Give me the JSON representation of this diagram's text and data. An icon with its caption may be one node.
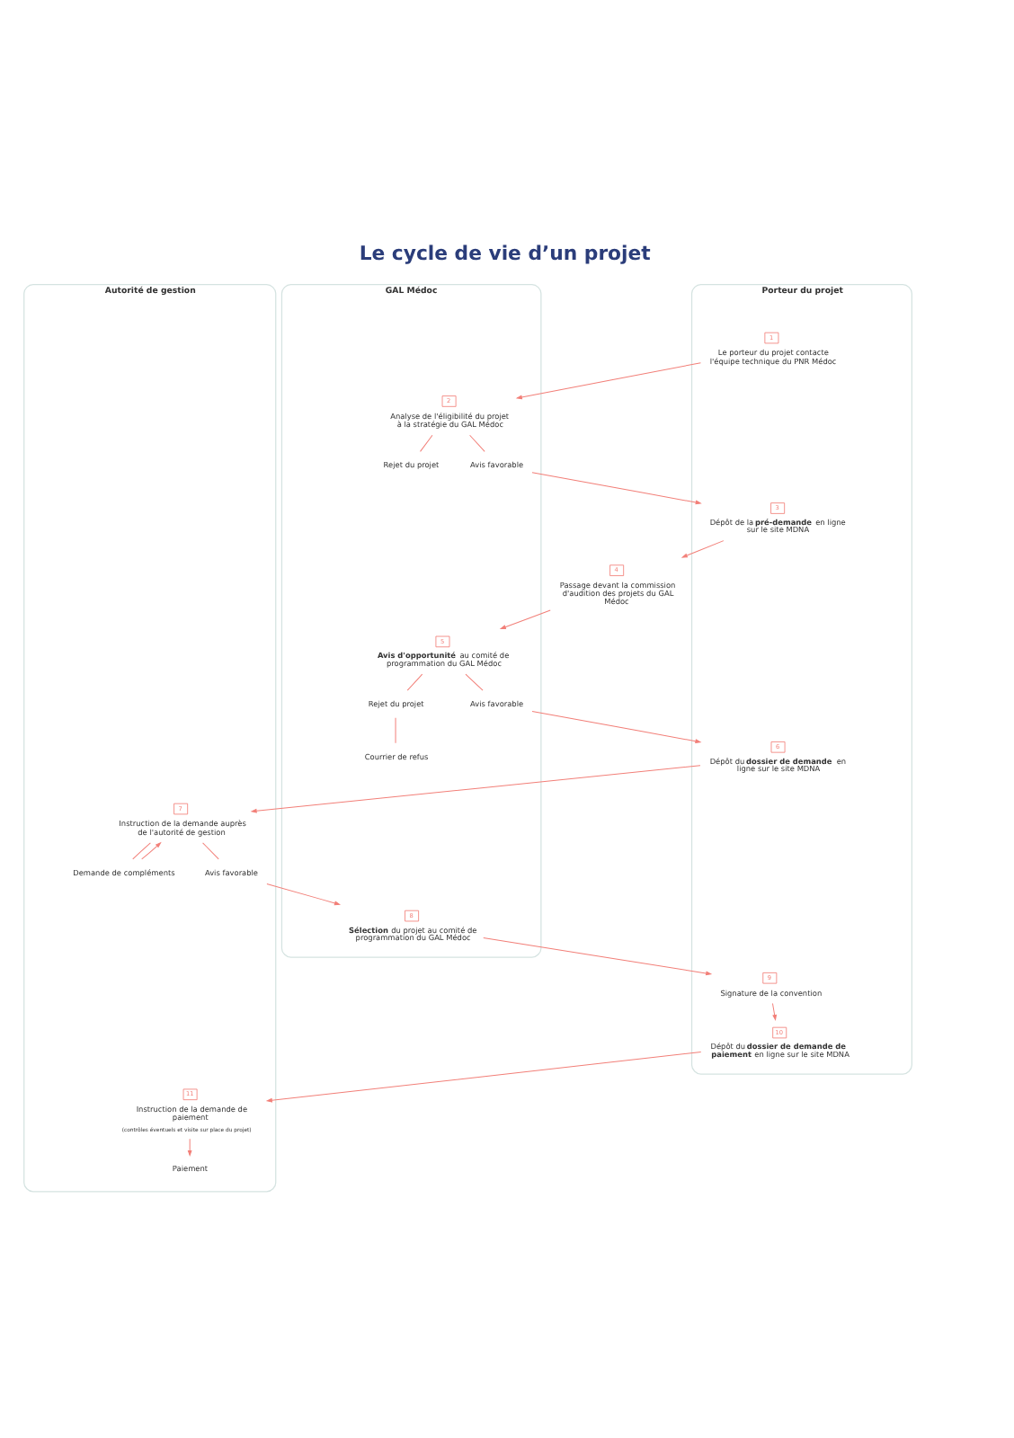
{
  "diagram": {
    "title": "Le cycle de vie d’un projet",
    "nodes": [
      {
        "text": [
          "GAL Médoc"
        ]
      },
      {
        "text": [
          "Porteur du projet"
        ]
      },
      {
        "text": [
          "Autorité de gestion"
        ]
      },
      {
        "text": [
          "1",
          "Le porteur du projet contacte l'équipe technique du PNR Médoc"
        ],
        "in": 1
      },
      {
        "text": [
          "2",
          "Analyse de l'éligibilité du projet à la stratégie du GAL Médoc"
        ],
        "in": 0
      },
      {
        "text": [
          "Rejet du projet"
        ],
        "in": 0
      },
      {
        "text": [
          "Avis favorable"
        ],
        "in": 0
      },
      {
        "text": [
          "3",
          "Dépôt de la **pré-demande** en ligne sur le site MDNA"
        ],
        "in": 1
      },
      {
        "text": [
          "4",
          "Passage devant la commission d'audition des projets du GAL Médoc"
        ]
      },
      {
        "text": [
          "5",
          "**Avis d'opportunité** au comité de programmation du GAL Médoc"
        ],
        "in": 0
      },
      {
        "text": [
          "Rejet du projet"
        ],
        "in": 0
      },
      {
        "text": [
          "Avis favorable"
        ],
        "in": 0
      },
      {
        "text": [
          "Courrier de refus"
        ],
        "in": 0
      },
      {
        "text": [
          "6",
          "Dépôt du **dossier de demande** en ligne sur le site MDNA"
        ],
        "in": 1
      },
      {
        "text": [
          "7",
          "Instruction de la demande auprès de l'autorité de gestion"
        ],
        "in": 2
      },
      {
        "text": [
          "Avis favorable"
        ],
        "in": 2
      },
      {
        "text": [
          "Demande de compléments"
        ],
        "in": 2
      },
      {
        "text": [
          "8",
          "**Sélection** du projet au comité de programmation du GAL Médoc"
        ],
        "in": 0
      },
      {
        "text": [
          "9",
          "Signature de la convention"
        ],
        "in": 1
      },
      {
        "text": [
          "10",
          "Dépôt du **dossier de demande de paiement** en ligne sur le site MDNA"
        ],
        "in": 1
      },
      {
        "text": [
          "11",
          "Instruction de la demande de paiement",
          "(contrôles éventuels et visite sur place du projet)"
        ],
        "in": 2
      },
      {
        "text": [
          "Paiement"
        ],
        "in": 2
      }
    ],
    "edges": [
      {
        "from": 3,
        "to": 4,
        "arrow": "to"
      },
      {
        "from": 4,
        "to": 5,
        "arrow": "none"
      },
      {
        "from": 4,
        "to": 6,
        "arrow": "none"
      },
      {
        "from": 6,
        "to": 7,
        "arrow": "to"
      },
      {
        "from": 7,
        "to": 8,
        "arrow": "to"
      },
      {
        "from": 8,
        "to": 9,
        "arrow": "to"
      },
      {
        "from": 9,
        "to": 10,
        "arrow": "none"
      },
      {
        "from": 9,
        "to": 11,
        "arrow": "none"
      },
      {
        "from": 10,
        "to": 12,
        "arrow": "none"
      },
      {
        "from": 11,
        "to": 13,
        "arrow": "to"
      },
      {
        "from": 13,
        "to": 14,
        "arrow": "to"
      },
      {
        "from": 14,
        "to": 15,
        "arrow": "none"
      },
      {
        "from": 14,
        "to": 16,
        "arrow": "none"
      },
      {
        "from": 16,
        "to": 14,
        "arrow": "to"
      },
      {
        "from": 15,
        "to": 17,
        "arrow": "to"
      },
      {
        "from": 17,
        "to": 18,
        "arrow": "to"
      },
      {
        "from": 18,
        "to": 19,
        "arrow": "to"
      },
      {
        "from": 19,
        "to": 20,
        "arrow": "to"
      },
      {
        "from": 20,
        "to": 21,
        "arrow": "to"
      }
    ]
  }
}
